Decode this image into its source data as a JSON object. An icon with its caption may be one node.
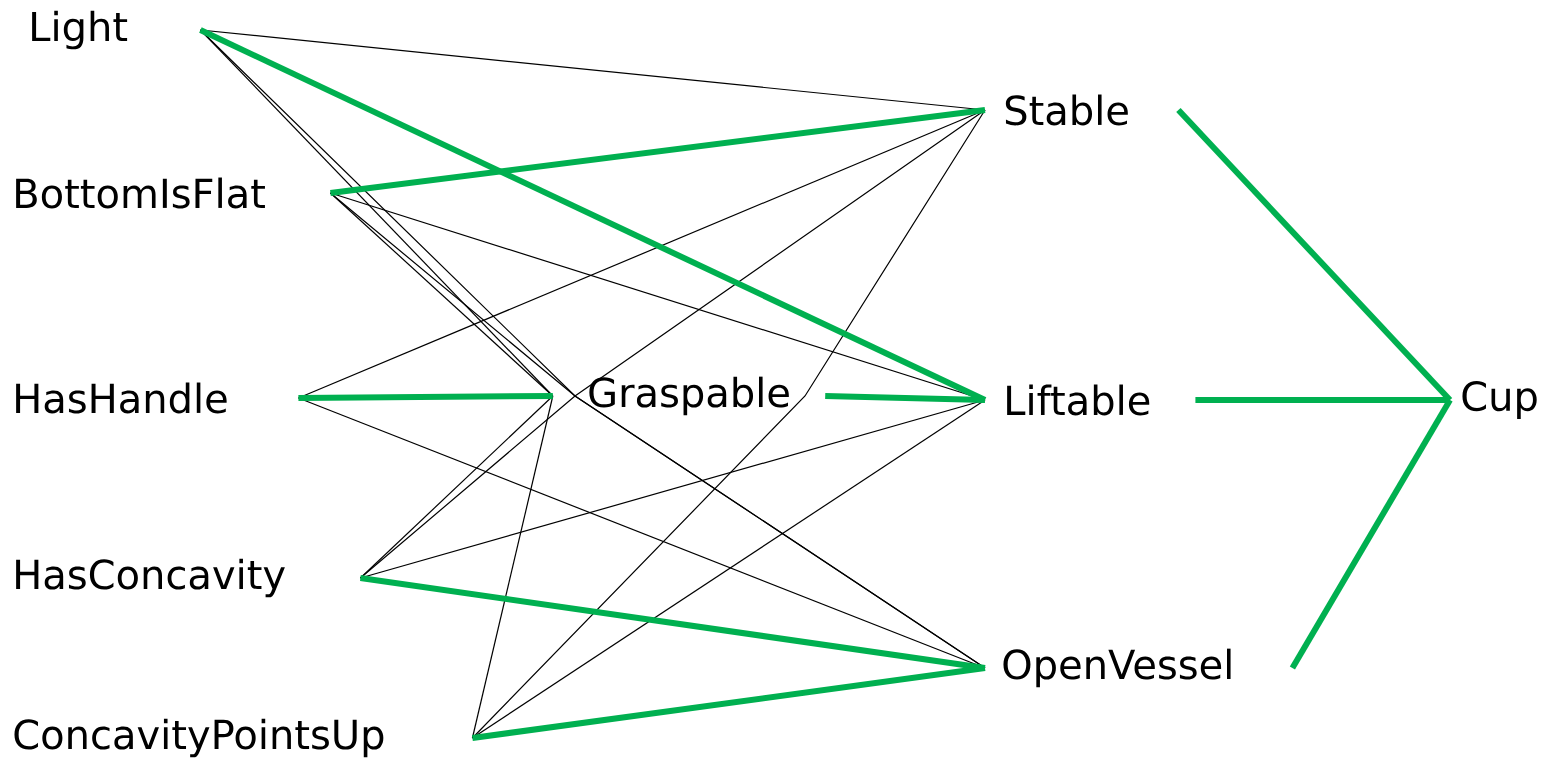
{
  "diagram": {
    "nodes": [
      {
        "text": [
          "Light"
        ]
      },
      {
        "text": [
          "BottomIsFlat"
        ]
      },
      {
        "text": [
          "HasHandle"
        ]
      },
      {
        "text": [
          "HasConcavity"
        ]
      },
      {
        "text": [
          "ConcavityPointsUp"
        ]
      },
      {
        "text": [
          "Graspable"
        ]
      },
      {
        "text": [
          "Stable"
        ]
      },
      {
        "text": [
          "Liftable"
        ]
      },
      {
        "text": [
          "OpenVessel"
        ]
      },
      {
        "text": [
          "Cup"
        ]
      }
    ],
    "edges": [
      {
        "from": 0,
        "to": 6,
        "arrow": "none"
      },
      {
        "from": 0,
        "to": 5,
        "arrow": "none"
      },
      {
        "from": 0,
        "to": 8,
        "arrow": "none"
      },
      {
        "from": 1,
        "to": 5,
        "arrow": "none"
      },
      {
        "from": 1,
        "to": 7,
        "arrow": "none"
      },
      {
        "from": 1,
        "to": 8,
        "arrow": "none"
      },
      {
        "from": 2,
        "to": 6,
        "arrow": "none"
      },
      {
        "from": 2,
        "to": 8,
        "arrow": "none"
      },
      {
        "from": 3,
        "to": 5,
        "arrow": "none"
      },
      {
        "from": 3,
        "to": 6,
        "arrow": "none"
      },
      {
        "from": 3,
        "to": 7,
        "arrow": "none"
      },
      {
        "from": 4,
        "to": 5,
        "arrow": "none"
      },
      {
        "from": 4,
        "to": 6,
        "arrow": "none"
      },
      {
        "from": 4,
        "to": 7,
        "arrow": "none"
      },
      {
        "from": 0,
        "to": 7,
        "arrow": "none",
        "style": "thick",
        "color": "#00b050"
      },
      {
        "from": 1,
        "to": 6,
        "arrow": "none",
        "style": "thick",
        "color": "#00b050"
      },
      {
        "from": 2,
        "to": 5,
        "arrow": "none",
        "style": "thick",
        "color": "#00b050"
      },
      {
        "from": 5,
        "to": 7,
        "arrow": "none",
        "style": "thick",
        "color": "#00b050"
      },
      {
        "from": 3,
        "to": 8,
        "arrow": "none",
        "style": "thick",
        "color": "#00b050"
      },
      {
        "from": 4,
        "to": 8,
        "arrow": "none",
        "style": "thick",
        "color": "#00b050"
      },
      {
        "from": 6,
        "to": 9,
        "arrow": "none",
        "style": "thick",
        "color": "#00b050"
      },
      {
        "from": 7,
        "to": 9,
        "arrow": "none",
        "style": "thick",
        "color": "#00b050"
      },
      {
        "from": 8,
        "to": 9,
        "arrow": "none",
        "style": "thick",
        "color": "#00b050"
      }
    ]
  }
}
